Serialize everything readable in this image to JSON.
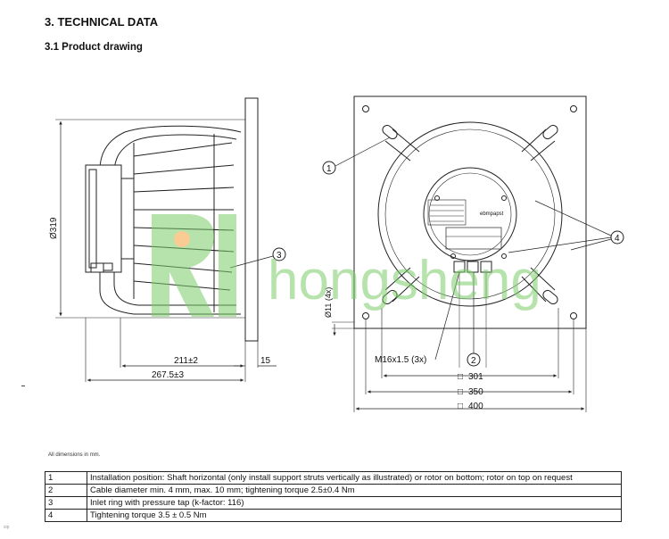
{
  "header": {
    "section_title": "3. TECHNICAL DATA",
    "subsection_title": "3.1 Product drawing"
  },
  "drawing": {
    "side_view": {
      "diameter_label": "Ø319",
      "dim_depth": "211±2",
      "dim_overall": "267.5±3",
      "dim_flange": "15",
      "callout": "3"
    },
    "front_view": {
      "callout_1": "1",
      "callout_2": "2",
      "callout_4": "4",
      "hole_label": "Ø11 (4x)",
      "gland_label": "M16x1.5 (3x)",
      "dim_301": "301",
      "dim_350": "350",
      "dim_400": "400",
      "square_symbol": "□",
      "brand_label": "ebmpapst"
    },
    "watermark": "hongsheng"
  },
  "dimensions_note": "All dimensions in mm.",
  "notes": [
    {
      "num": "1",
      "text": "Installation position: Shaft horizontal (only install support struts vertically as illustrated) or rotor on bottom; rotor on top on request"
    },
    {
      "num": "2",
      "text": "Cable diameter min. 4 mm, max. 10 mm; tightening torque 2.5±0.4 Nm"
    },
    {
      "num": "3",
      "text": "Inlet ring with pressure tap (k-factor: 116)"
    },
    {
      "num": "4",
      "text": "Tightening torque 3.5 ± 0.5 Nm"
    }
  ],
  "side_code": "sip"
}
